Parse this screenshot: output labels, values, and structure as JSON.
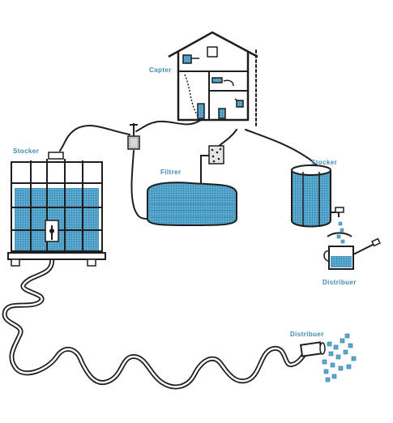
{
  "labels": {
    "capter": "Capter",
    "stocker_left": "Stocker",
    "filtrer": "Filtrer",
    "stocker_right": "Stocker",
    "distribuer_can": "Distribuer",
    "distribuer_hose": "Distribuer"
  },
  "colors": {
    "label": "#3d8bb5",
    "water": "#5aa9cf",
    "water_dark": "#2c7aa6",
    "ink": "#1e1e1e"
  }
}
